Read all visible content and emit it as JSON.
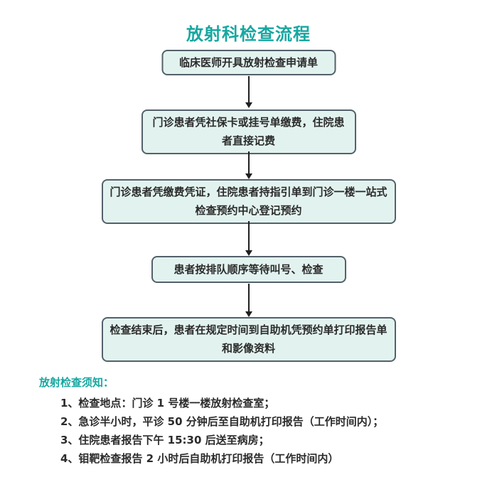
{
  "title": "放射科检查流程",
  "flow": {
    "steps": [
      {
        "text": "临床医师开具放射检查申请单"
      },
      {
        "text": "门诊患者凭社保卡或挂号单缴费，住院患者直接记费"
      },
      {
        "text": "门诊患者凭缴费凭证，住院患者持指引单到门诊一楼一站式检查预约中心登记预约"
      },
      {
        "text": "患者按排队顺序等待叫号、检查"
      },
      {
        "text": "检查结束后，患者在规定时间到自助机凭预约单打印报告单和影像资料"
      }
    ]
  },
  "notes": {
    "heading": "放射检查须知：",
    "items": [
      "1、检查地点：门诊 1 号楼一楼放射检查室；",
      "2、急诊半小时，平诊 50 分钟后至自助机打印报告（工作时间内）；",
      "3、住院患者报告下午 15:30 后送至病房；",
      "4、钼靶检查报告 2 小时后自助机打印报告（工作时间内）"
    ]
  },
  "colors": {
    "accent_teal": "#17a7a1",
    "box_fill": "#e2f3ef",
    "box_border": "#53616a",
    "text": "#2b2b2b",
    "arrow": "#1f1f1f"
  }
}
